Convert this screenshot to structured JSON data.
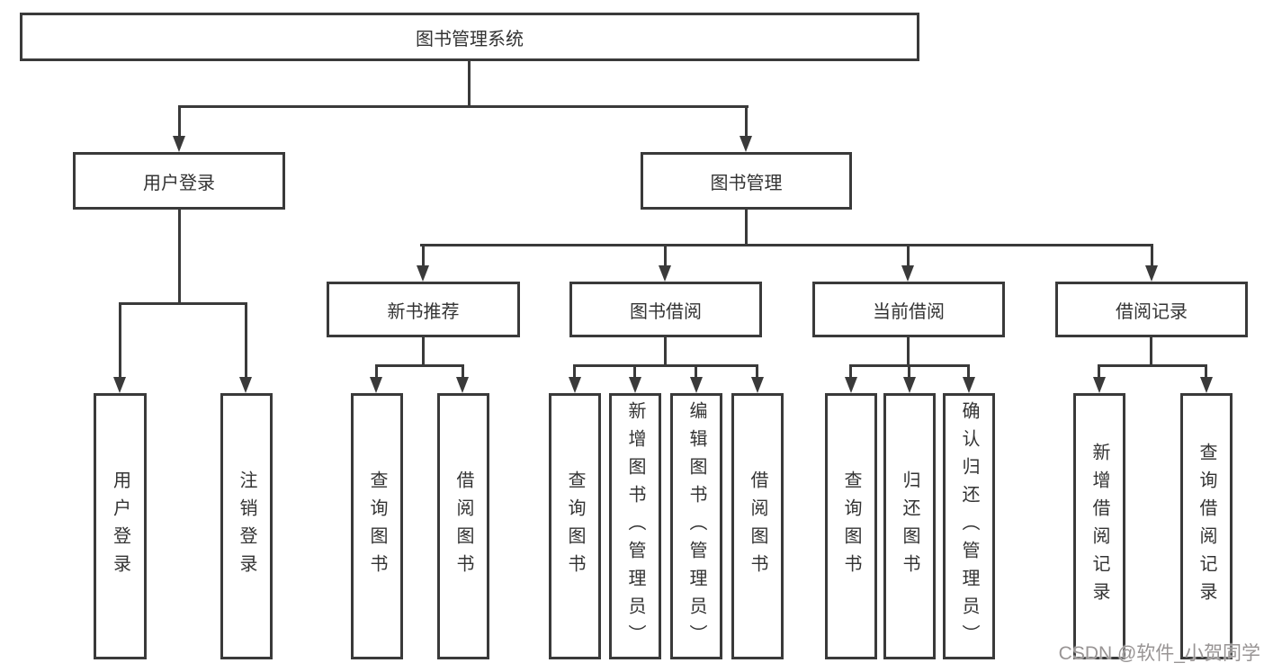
{
  "tree": {
    "root": {
      "label": "图书管理系统",
      "children": [
        {
          "label": "用户登录",
          "children": [
            {
              "label": "用户登录"
            },
            {
              "label": "注销登录"
            }
          ]
        },
        {
          "label": "图书管理",
          "children": [
            {
              "label": "新书推荐",
              "children": [
                {
                  "label": "查询图书"
                },
                {
                  "label": "借阅图书"
                }
              ]
            },
            {
              "label": "图书借阅",
              "children": [
                {
                  "label": "查询图书"
                },
                {
                  "label": "新增图书（管理员）"
                },
                {
                  "label": "编辑图书（管理员）"
                },
                {
                  "label": "借阅图书"
                }
              ]
            },
            {
              "label": "当前借阅",
              "children": [
                {
                  "label": "查询图书"
                },
                {
                  "label": "归还图书"
                },
                {
                  "label": "确认归还（管理员）"
                }
              ]
            },
            {
              "label": "借阅记录",
              "children": [
                {
                  "label": "新增借阅记录"
                },
                {
                  "label": "查询借阅记录"
                }
              ]
            }
          ]
        }
      ]
    }
  },
  "watermark": {
    "text": "CSDN @软件_小贺同学"
  },
  "colors": {
    "line": "#3a3a3a",
    "box_border": "#3a3a3a",
    "box_fill": "#ffffff",
    "text": "#333333",
    "watermark": "#989494",
    "background": "#ffffff"
  }
}
